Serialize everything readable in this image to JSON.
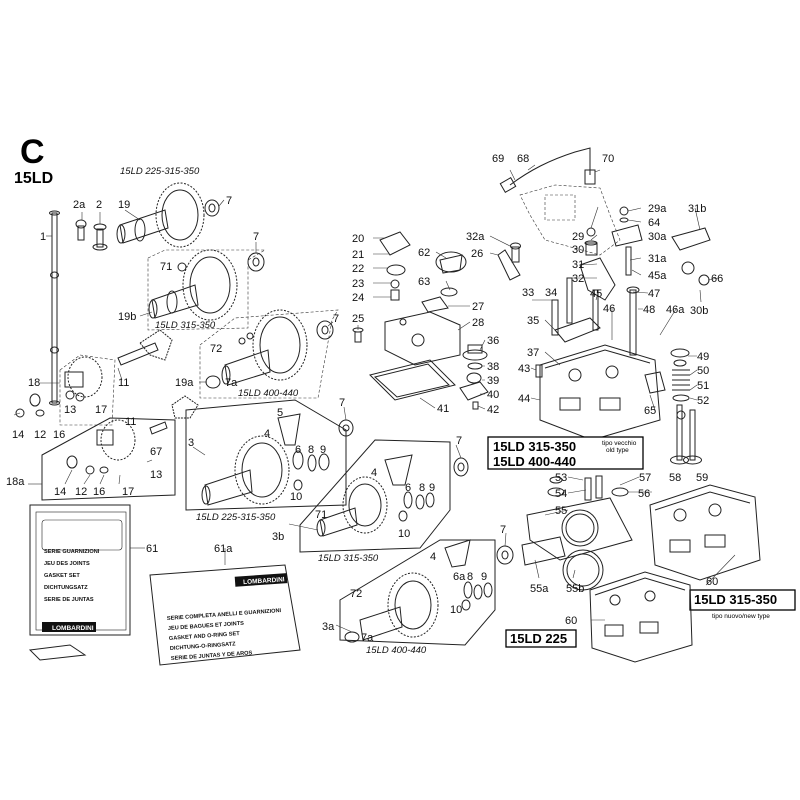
{
  "title": {
    "letter": "C",
    "model": "15LD"
  },
  "group_labels": {
    "g1": "15LD 225-315-350",
    "g2": "15LD 315-350",
    "g3": "15LD 400-440",
    "g4": "15LD 225-315-350",
    "g5": "15LD 315-350",
    "g6": "15LD 400-440"
  },
  "boxes": {
    "old_line1": "15LD 315-350",
    "old_line2": "15LD 400-440",
    "old_note1": "tipo vecchio",
    "old_note2": "old type",
    "new_line1": "15LD 315-350",
    "new_note": "tipo nuovo/new type",
    "ld225": "15LD 225"
  },
  "kit61": {
    "brand": "LOMBARDINI",
    "lines": [
      "SERIE GUARNIZIONI",
      "JEU DES JOINTS",
      "GASKET SET",
      "DICHTUNGSATZ",
      "SERIE DE JUNTAS"
    ]
  },
  "kit61a": {
    "brand": "LOMBARDINI",
    "lines": [
      "SERIE COMPLETA ANELLI E GUARNIZIONI",
      "JEU DE BAGUES ET JOINTS",
      "GASKET AND O-RING SET",
      "DICHTUNG-O-RINGSATZ",
      "SERIE DE JUNTAS Y DE AROS"
    ]
  },
  "callouts": [
    "1",
    "2",
    "2a",
    "19",
    "7",
    "7",
    "71",
    "19b",
    "7",
    "72",
    "7a",
    "19a",
    "18",
    "11",
    "13",
    "17",
    "14",
    "12",
    "16",
    "11",
    "67",
    "18a",
    "13",
    "14",
    "12",
    "16",
    "17",
    "3",
    "5",
    "4",
    "6",
    "8",
    "9",
    "10",
    "7",
    "7",
    "4",
    "6",
    "8",
    "9",
    "71",
    "10",
    "3b",
    "4",
    "72",
    "6a",
    "8",
    "9",
    "3a",
    "7a",
    "10",
    "7",
    "61",
    "61a",
    "20",
    "21",
    "22",
    "23",
    "24",
    "25",
    "62",
    "63",
    "27",
    "28",
    "36",
    "38",
    "39",
    "40",
    "41",
    "42",
    "32a",
    "26",
    "69",
    "68",
    "70",
    "29",
    "30",
    "31",
    "32",
    "33",
    "34",
    "35",
    "37",
    "43",
    "44",
    "45",
    "46",
    "47",
    "48",
    "46a",
    "29a",
    "64",
    "30a",
    "31a",
    "45a",
    "31b",
    "66",
    "30b",
    "49",
    "50",
    "51",
    "52",
    "65",
    "57",
    "53",
    "54",
    "55",
    "56",
    "58",
    "59",
    "55a",
    "55b",
    "60",
    "60"
  ]
}
